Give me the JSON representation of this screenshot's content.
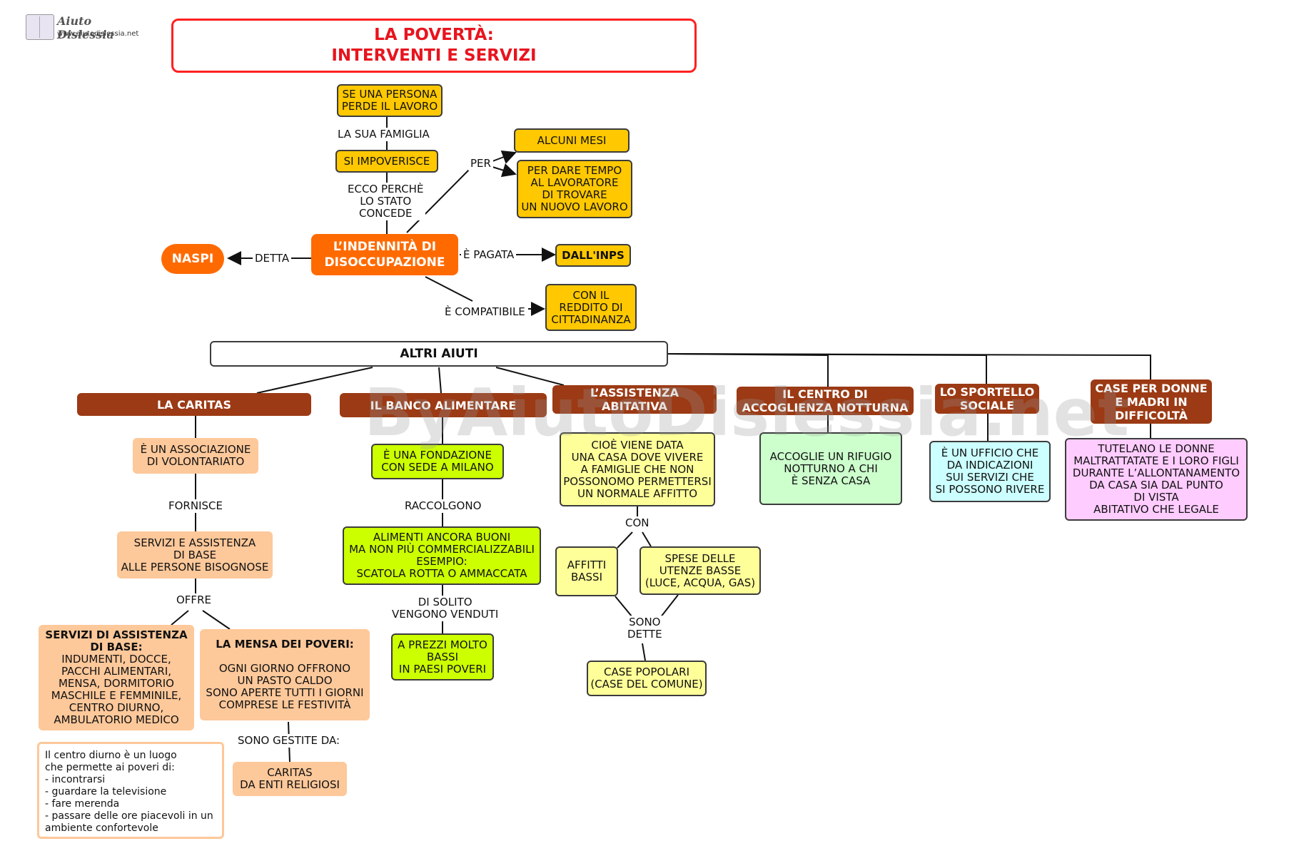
{
  "logo": {
    "name": "Aiuto Dislessia",
    "url": "www.aiutodislessia.net"
  },
  "title": {
    "line1": "LA POVERTÀ:",
    "line2": "INTERVENTI E SERVIZI"
  },
  "watermark": "ByAiutoDislessia.net",
  "nodes": {
    "job_loss": "SE UNA PERSONA\nPERDE IL LAVORO",
    "impoverished": "SI IMPOVERISCE",
    "indemnity": "L’INDENNITÀ DI\nDISOCCUPAZIONE",
    "naspi": "NASPI",
    "months": "ALCUNI MESI",
    "time": "PER DARE TEMPO\nAL LAVORATORE\nDI TROVARE\nUN NUOVO LAVORO",
    "inps": "DALL'INPS",
    "citizenship": "CON IL\nREDDITO DI\nCITTADINANZA",
    "other_aid": "ALTRI AIUTI",
    "caritas": "LA CARITAS",
    "caritas_assoc": "È UN ASSOCIAZIONE\nDI VOLONTARIATO",
    "caritas_services": "SERVIZI E ASSISTENZA\nDI BASE\nALLE PERSONE BISOGNOSE",
    "basic_head": "SERVIZI DI ASSISTENZA\nDI BASE:",
    "basic_body": "INDUMENTI, DOCCE,\nPACCHI ALIMENTARI,\nMENSA, DORMITORIO\nMASCHILE E FEMMINILE,\nCENTRO DIURNO,\nAMBULATORIO MEDICO",
    "mensa_head": "LA MENSA DEI POVERI:",
    "mensa_body": "OGNI GIORNO OFFRONO\nUN PASTO CALDO\nSONO APERTE TUTTI I GIORNI\nCOMPRESE LE FESTIVITÀ",
    "caritas_religious": "CARITAS\nDA ENTI RELIGIOSI",
    "food_bank": "IL BANCO ALIMENTARE",
    "foundation": "È UNA FONDAZIONE\nCON SEDE A MILANO",
    "food": "ALIMENTI ANCORA BUONI\nMA NON PIÙ COMMERCIALIZZABILI\nESEMPIO:\nSCATOLA ROTTA O AMMACCATA",
    "low_prices": "A PREZZI MOLTO\nBASSI\nIN PAESI POVERI",
    "housing": "L’ASSISTENZA\nABITATIVA",
    "housing_desc": "CIOÈ VIENE DATA\nUNA CASA DOVE VIVERE\nA FAMIGLIE CHE NON\nPOSSONOMO PERMETTERSI\nUN NORMALE AFFITTO",
    "low_rent": "AFFITTI\nBASSI",
    "utilities": "SPESE DELLE\nUTENZE BASSE\n(LUCE, ACQUA, GAS)",
    "public_housing": "CASE POPOLARI\n(CASE DEL COMUNE)",
    "night_center": "IL CENTRO DI\nACCOGLIENZA NOTTURNA",
    "night_desc": "ACCOGLIE UN RIFUGIO\nNOTTURNO A CHI\nÈ SENZA CASA",
    "social_desk": "LO SPORTELLO\nSOCIALE",
    "social_desc": "È UN UFFICIO CHE\nDA INDICAZIONI\nSUI SERVIZI CHE\nSI POSSONO RIVERE",
    "women_houses": "CASE PER DONNE\nE MADRI IN\nDIFFICOLTÀ",
    "women_desc": "TUTELANO LE DONNE\nMALTRATTATATE E I LORO FIGLI\nDURANTE L’ALLONTANAMENTO\nDA CASA SIA DAL PUNTO\nDI VISTA\nABITATIVO CHE LEGALE"
  },
  "labels": {
    "family": "LA SUA FAMIGLIA",
    "why": "ECCO PERCHÈ\nLO STATO\nCONCEDE",
    "per": "PER",
    "called": "DETTA",
    "paid": "È PAGATA",
    "compatible": "È COMPATIBILE",
    "provides": "FORNISCE",
    "offers": "OFFRE",
    "managed": "SONO GESTITE DA:",
    "collect": "RACCOLGONO",
    "sold": "DI SOLITO\nVENGONO VENDUTI",
    "with": "CON",
    "called_plural": "SONO\nDETTE"
  },
  "note": "Il centro diurno è un luogo\nche permette ai poveri  di:\n- incontrarsi\n- guardare la televisione\n- fare merenda\n- passare delle ore piacevoli in un ambiente confortevole",
  "colors": {
    "title_red": "#e8141e",
    "orange": "#ff6a00",
    "gold": "#ffc800",
    "brown": "#9b3a14",
    "peach": "#fdc89a",
    "lime": "#ccff00",
    "pale_yellow": "#ffff99",
    "mint": "#ccffcc",
    "cyan": "#ccffff",
    "pink": "#ffccff"
  }
}
